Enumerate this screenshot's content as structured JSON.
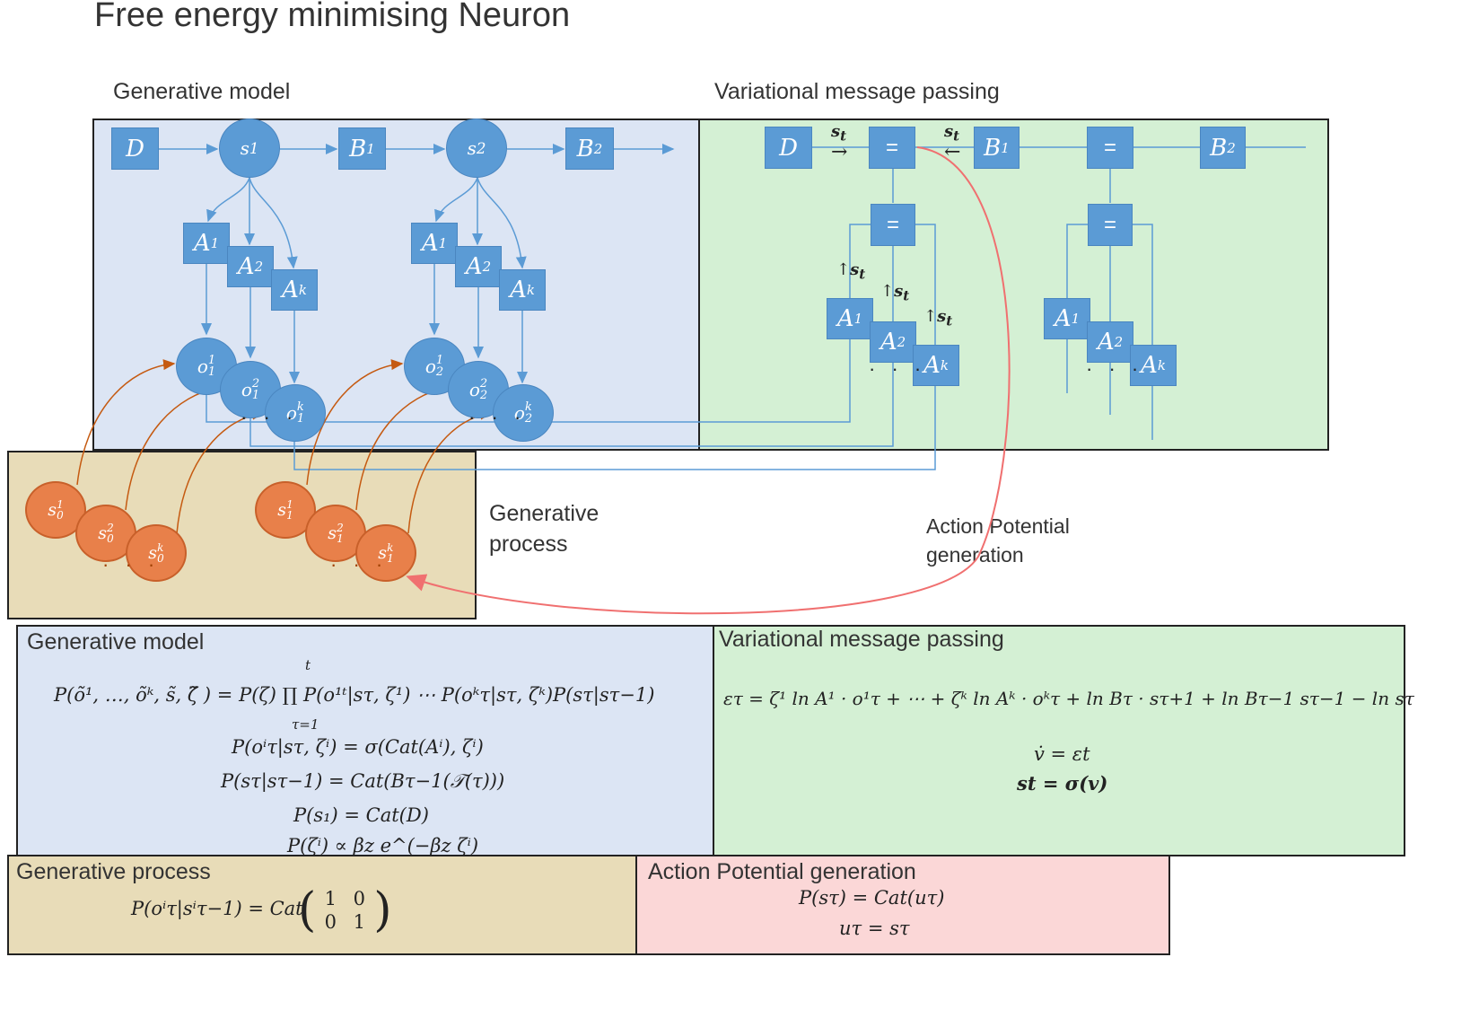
{
  "title": "Free energy minimising Neuron",
  "top": {
    "generative_model_label": "Generative model",
    "vmp_label": "Variational message passing",
    "generative_process_label_line1": "Generative",
    "generative_process_label_line2": "process",
    "action_potential_label_line1": "Action Potential",
    "action_potential_label_line2": "generation"
  },
  "nodes": {
    "D": "D",
    "B1": "B",
    "B1_sub": "1",
    "B2": "B",
    "B2_sub": "2",
    "A": "A",
    "A1_sup": "1",
    "A2_sup": "2",
    "Ak_sup": "k",
    "eq": "=",
    "s1": "s",
    "s1_sub": "1",
    "s2": "s",
    "s2_sub": "2",
    "o": "o",
    "o11_sup": "1",
    "o11_sub": "1",
    "o21_sup": "2",
    "o21_sub": "1",
    "ok1_sup": "k",
    "ok1_sub": "1",
    "o12_sup": "1",
    "o12_sub": "2",
    "o22_sup": "2",
    "o22_sub": "2",
    "ok2_sup": "k",
    "ok2_sub": "2",
    "s": "s",
    "s10_sup": "1",
    "s10_sub": "0",
    "s20_sup": "2",
    "s20_sub": "0",
    "sk0_sup": "k",
    "sk0_sub": "0",
    "s11_sup": "1",
    "s11_sub": "1",
    "s21_sup": "2",
    "s21_sub": "1",
    "sk1_sup": "k",
    "sk1_sub": "1",
    "ellipsis": "· · ·",
    "msg_st": "s",
    "msg_st_sub": "t",
    "arrow_right": "→",
    "arrow_left": "←",
    "arrow_up": "↑"
  },
  "bottom": {
    "generative_model": {
      "label": "Generative model",
      "eq1": "P(õ¹, …, õᵏ, s̃, ζ̃ ) = P(ζ) ∏ P(o¹ᵗ|sτ, ζ¹) ⋯ P(oᵏτ|sτ, ζᵏ)P(sτ|sτ−1)",
      "eq1_prod_top": "t",
      "eq1_prod_bottom": "τ=1",
      "eq2": "P(oⁱτ|sτ, ζⁱ) = σ(Cat(Aⁱ), ζⁱ)",
      "eq3": "P(sτ|sτ−1) = Cat(Bτ−1(𝒯(τ)))",
      "eq4": "P(s₁) = Cat(D)",
      "eq5": "P(ζⁱ) ∝ βz e^(−βz ζⁱ)"
    },
    "vmp": {
      "label": "Variational message passing",
      "eq1": "ετ = ζ¹ ln A¹ · o¹τ + ⋯ + ζᵏ ln Aᵏ · oᵏτ + ln Bτ · sτ+1 + ln Bτ−1 sτ−1 − ln sτ",
      "eq2": "v̇ = εt",
      "eq3": "st = σ(v)"
    },
    "generative_process": {
      "label": "Generative process",
      "eq": "P(oⁱτ|sⁱτ−1) = Cat",
      "matrix": [
        "1",
        "0",
        "0",
        "1"
      ]
    },
    "action_potential": {
      "label": "Action Potential generation",
      "eq1": "P(sτ) = Cat(uτ)",
      "eq2": "uτ = sτ"
    }
  },
  "colors": {
    "node_blue": "#5b9bd5",
    "node_orange": "#e8804a",
    "edge_blue": "#5b9bd5",
    "edge_orange": "#c55a11",
    "action_potential_red": "#f07070",
    "panel_blue": "#dce5f4",
    "panel_green": "#d4f0d4",
    "panel_tan": "#e8dcb8",
    "panel_pink": "#fbd7d7"
  }
}
